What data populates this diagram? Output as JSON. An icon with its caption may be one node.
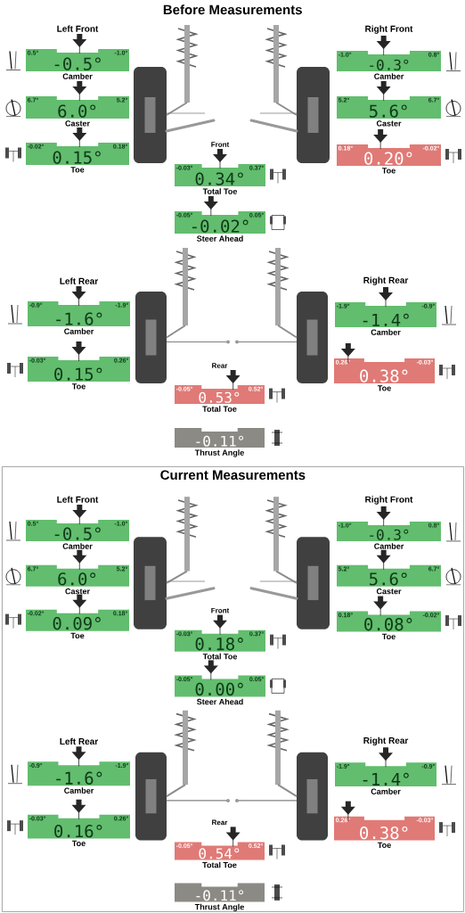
{
  "diagram": {
    "nodes": [
      {
        "text": [
          "Before Measurements"
        ]
      },
      {
        "text": [
          "0.5°",
          "-0.5°",
          "-1.0°",
          "Camber"
        ],
        "beside": [
          "Left Front"
        ]
      },
      {
        "text": [
          "6.7°",
          "6.0°",
          "5.2°",
          "Caster"
        ]
      },
      {
        "text": [
          "-0.02°",
          "0.15°",
          "0.18°",
          "Toe"
        ]
      },
      {
        "text": [
          "-1.0°",
          "-0.3°",
          "0.8°",
          "Camber"
        ],
        "beside": [
          "Right Front"
        ]
      },
      {
        "text": [
          "5.2°",
          "5.6°",
          "6.7°",
          "Caster"
        ]
      },
      {
        "text": [
          "0.18°",
          "0.20°",
          "-0.02°",
          "Toe"
        ]
      },
      {
        "text": [
          "-0.03°",
          "0.34°",
          "0.37°",
          "Total Toe"
        ],
        "beside": [
          "Front"
        ]
      },
      {
        "text": [
          "-0.05°",
          "-0.02°",
          "0.05°",
          "Steer Ahead"
        ]
      },
      {
        "text": [
          "-0.9°",
          "-1.6°",
          "-1.9°",
          "Camber"
        ],
        "beside": [
          "Left Rear"
        ]
      },
      {
        "text": [
          "-0.03°",
          "0.15°",
          "0.26°",
          "Toe"
        ]
      },
      {
        "text": [
          "-1.9°",
          "-1.4°",
          "-0.9°",
          "Camber"
        ],
        "beside": [
          "Right Rear"
        ]
      },
      {
        "text": [
          "0.26°",
          "0.38°",
          "-0.03°",
          "Toe"
        ]
      },
      {
        "text": [
          "-0.05°",
          "0.53°",
          "0.52°",
          "Total Toe"
        ],
        "beside": [
          "Rear"
        ]
      },
      {
        "text": [
          "-0.11°",
          "Thrust Angle"
        ]
      },
      {
        "text": [
          "Current Measurements"
        ]
      },
      {
        "text": [
          "0.5°",
          "-0.5°",
          "-1.0°",
          "Camber"
        ],
        "beside": [
          "Left Front"
        ],
        "in": 15
      },
      {
        "text": [
          "6.7°",
          "6.0°",
          "5.2°",
          "Caster"
        ],
        "in": 15
      },
      {
        "text": [
          "-0.02°",
          "0.09°",
          "0.18°",
          "Toe"
        ],
        "in": 15
      },
      {
        "text": [
          "-1.0°",
          "-0.3°",
          "0.8°",
          "Camber"
        ],
        "beside": [
          "Right Front"
        ],
        "in": 15
      },
      {
        "text": [
          "5.2°",
          "5.6°",
          "6.7°",
          "Caster"
        ],
        "in": 15
      },
      {
        "text": [
          "0.18°",
          "0.08°",
          "-0.02°",
          "Toe"
        ],
        "in": 15
      },
      {
        "text": [
          "-0.03°",
          "0.18°",
          "0.37°",
          "Total Toe"
        ],
        "beside": [
          "Front"
        ],
        "in": 15
      },
      {
        "text": [
          "-0.05°",
          "0.00°",
          "0.05°",
          "Steer Ahead"
        ],
        "in": 15
      },
      {
        "text": [
          "-0.9°",
          "-1.6°",
          "-1.9°",
          "Camber"
        ],
        "beside": [
          "Left Rear"
        ],
        "in": 15
      },
      {
        "text": [
          "-0.03°",
          "0.16°",
          "0.26°",
          "Toe"
        ],
        "in": 15
      },
      {
        "text": [
          "-1.9°",
          "-1.4°",
          "-0.9°",
          "Camber"
        ],
        "beside": [
          "Right Rear"
        ],
        "in": 15
      },
      {
        "text": [
          "0.26°",
          "0.38°",
          "-0.03°",
          "Toe"
        ],
        "in": 15
      },
      {
        "text": [
          "-0.05°",
          "0.54°",
          "0.52°",
          "Total Toe"
        ],
        "beside": [
          "Rear"
        ],
        "in": 15
      },
      {
        "text": [
          "-0.11°",
          "Thrust Angle"
        ],
        "in": 15
      }
    ]
  }
}
